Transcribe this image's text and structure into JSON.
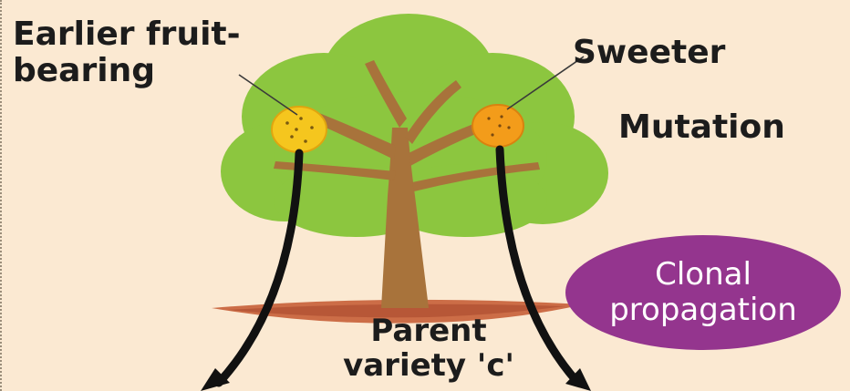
{
  "labels": {
    "earlier_line1": "Earlier fruit-",
    "earlier_line2": "bearing",
    "sweeter": "Sweeter",
    "mutation": "Mutation",
    "parent_line1": "Parent",
    "parent_line2": "variety 'c'",
    "clonal_line1": "Clonal",
    "clonal_line2": "propagation"
  },
  "colors": {
    "background": "#fbe9d2",
    "canopy": "#8cc63f",
    "trunk": "#a8733b",
    "root_zone": "#c9663f",
    "fruit_left": "#f5c61e",
    "fruit_right": "#f39c1a",
    "clonal_ellipse": "#94358e",
    "arrow": "#111111"
  }
}
